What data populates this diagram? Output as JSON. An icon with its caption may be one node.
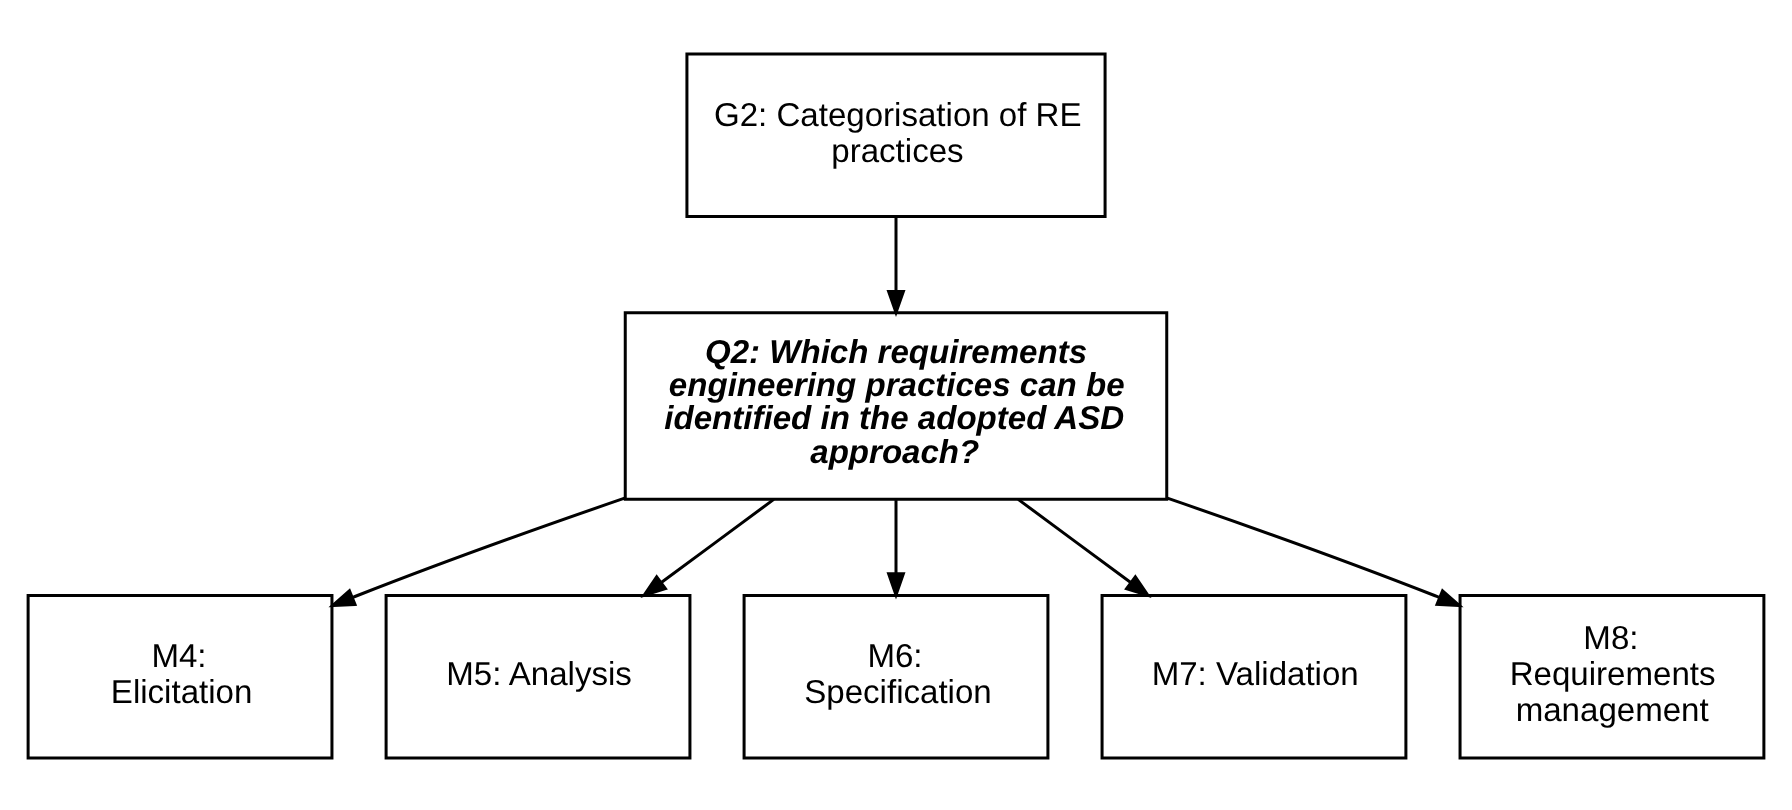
{
  "diagram": {
    "nodes": [
      {
        "text": [
          "G2: Categorisation of RE practices"
        ]
      },
      {
        "text": [
          "Q2: Which requirements engineering practices can be identified in the adopted ASD approach?"
        ]
      },
      {
        "text": [
          "M4: Elicitation"
        ]
      },
      {
        "text": [
          "M5: Analysis"
        ]
      },
      {
        "text": [
          "M6: Specification"
        ]
      },
      {
        "text": [
          "M7: Validation"
        ]
      },
      {
        "text": [
          "M8: Requirements management"
        ]
      }
    ],
    "edges": [
      {
        "from": 0,
        "to": 1,
        "arrow": "to"
      },
      {
        "from": 1,
        "to": 2,
        "arrow": "to"
      },
      {
        "from": 1,
        "to": 3,
        "arrow": "to"
      },
      {
        "from": 1,
        "to": 4,
        "arrow": "to"
      },
      {
        "from": 1,
        "to": 5,
        "arrow": "to"
      },
      {
        "from": 1,
        "to": 6,
        "arrow": "to"
      }
    ]
  }
}
